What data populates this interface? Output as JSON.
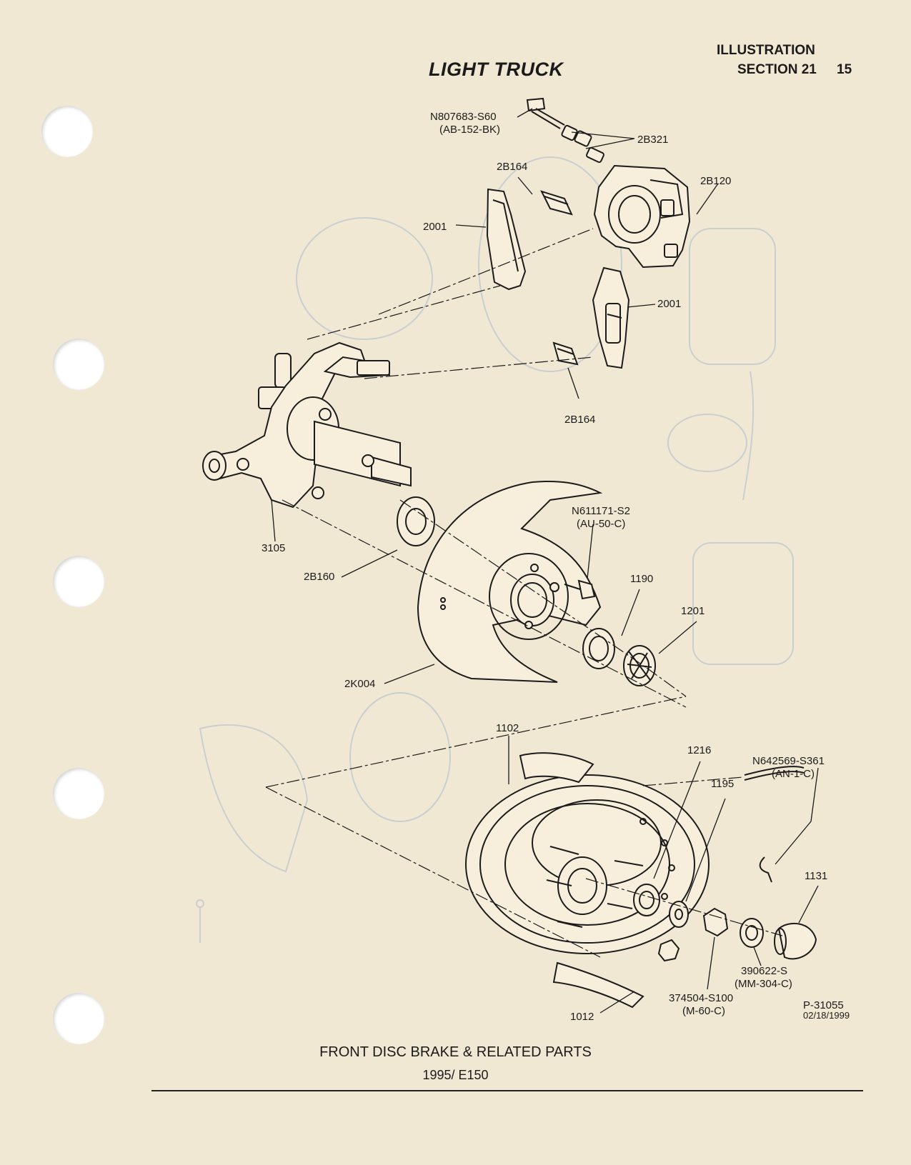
{
  "header": {
    "title": "LIGHT TRUCK",
    "illustration": "ILLUSTRATION",
    "section": "SECTION 21",
    "page_number": "15"
  },
  "caption": {
    "line1": "FRONT DISC BRAKE & RELATED PARTS",
    "line2": "1995/ E150"
  },
  "figure": {
    "ref_number": "P-31055",
    "ref_date": "02/18/1999"
  },
  "callouts": {
    "c_n807683": "N807683-S60",
    "c_n807683_code": "(AB-152-BK)",
    "c_2b321": "2B321",
    "c_2b164_top": "2B164",
    "c_2b120": "2B120",
    "c_2001_left": "2001",
    "c_2001_right": "2001",
    "c_2b164_bottom": "2B164",
    "c_n611171": "N611171-S2",
    "c_n611171_code": "(AU-50-C)",
    "c_3105": "3105",
    "c_2b160": "2B160",
    "c_1190": "1190",
    "c_1201": "1201",
    "c_2k004": "2K004",
    "c_1102": "1102",
    "c_1216": "1216",
    "c_n642569": "N642569-S361",
    "c_n642569_code": "(AN-1-C)",
    "c_1195": "1195",
    "c_1131": "1131",
    "c_390622": "390622-S",
    "c_390622_code": "(MM-304-C)",
    "c_374504": "374504-S100",
    "c_374504_code": "(M-60-C)",
    "c_1012": "1012"
  }
}
